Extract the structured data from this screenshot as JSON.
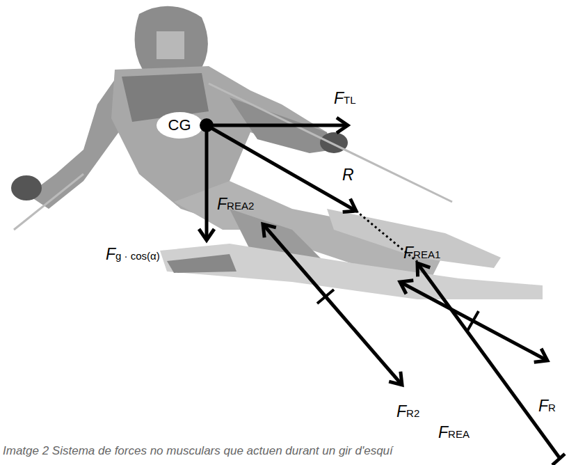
{
  "diagram": {
    "caption": "Imatge 2 Sistema de forces no musculars que actuen durant un gir d'esquí",
    "nodes": [
      {
        "text": [
          "CG"
        ]
      }
    ],
    "labels": [
      "FTL",
      "Fg · cos(α)",
      "FREA2",
      "R",
      "FREA1",
      "FR2",
      "FR",
      "FREA"
    ]
  }
}
